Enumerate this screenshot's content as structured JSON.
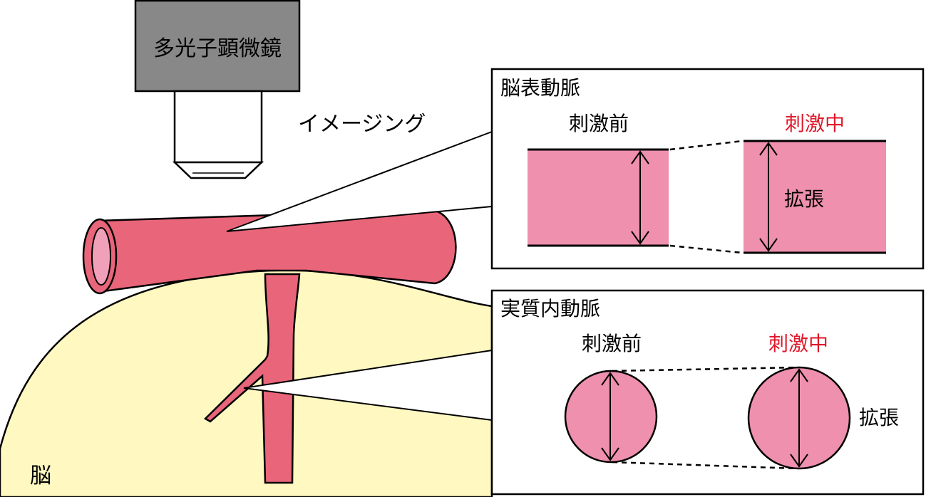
{
  "microscope": {
    "label": "多光子顕微鏡"
  },
  "imaging_label": "イメージング",
  "brain_label": "脳",
  "surface_panel": {
    "title": "脳表動脈",
    "before_label": "刺激前",
    "during_label": "刺激中",
    "dilation_label": "拡張"
  },
  "parenchymal_panel": {
    "title": "実質内動脈",
    "before_label": "刺激前",
    "during_label": "刺激中",
    "dilation_label": "拡張"
  },
  "colors": {
    "brain_fill": "#fff8c0",
    "artery_fill": "#e8657a",
    "artery_lumen": "#f0a0b8",
    "vessel_pink": "#ee90ae",
    "microscope_body": "#888888",
    "highlight_red": "#e0182a"
  }
}
